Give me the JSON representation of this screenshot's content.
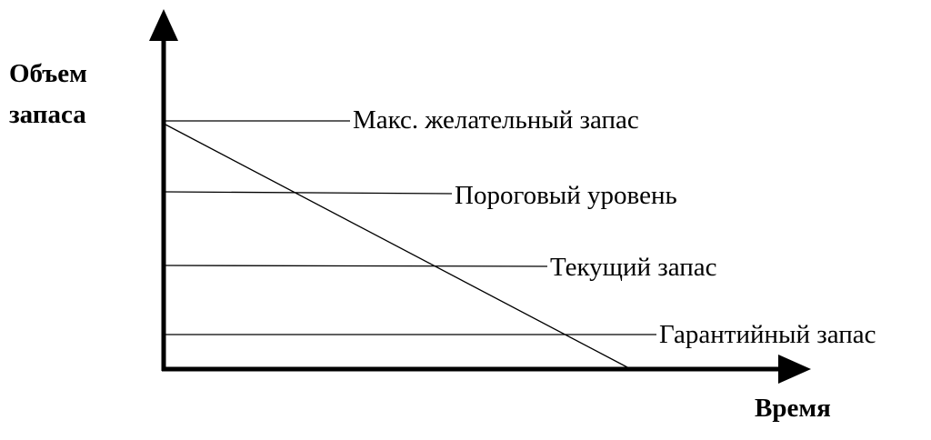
{
  "diagram": {
    "y_axis_title_line1": "Объем",
    "y_axis_title_line2": "запаса",
    "x_axis_title": "Время",
    "levels": [
      {
        "label": "Макс. желательный запас"
      },
      {
        "label": "Пороговый уровень"
      },
      {
        "label": "Текущий запас"
      },
      {
        "label": "Гарантийный запас"
      }
    ],
    "colors": {
      "ink": "#000000",
      "background": "#ffffff"
    }
  }
}
